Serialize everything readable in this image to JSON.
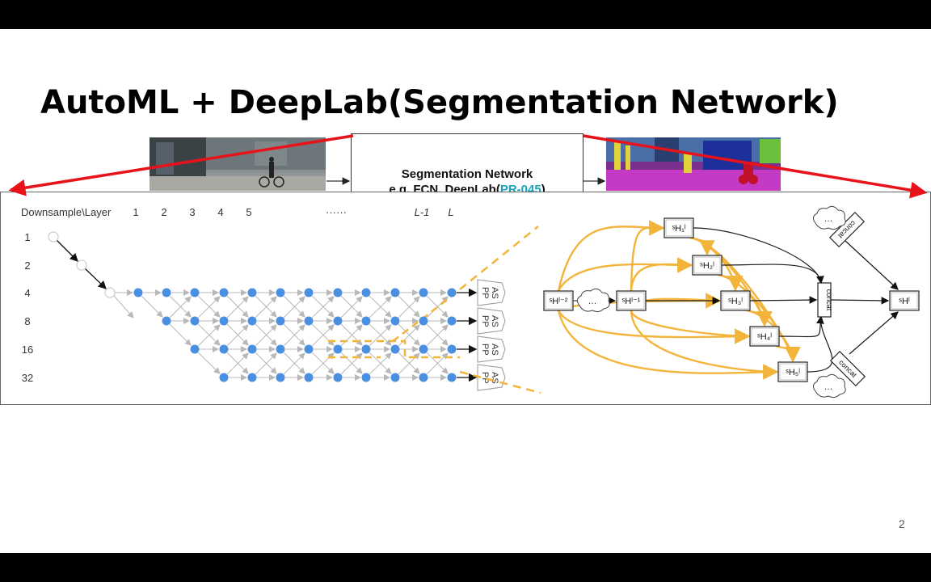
{
  "slide": {
    "title": "AutoML + DeepLab(Segmentation Network)",
    "page_number": "2"
  },
  "top_strip": {
    "box_title": "Segmentation Network",
    "box_subtitle_prefix": "e.g. FCN, DeepLab(",
    "box_subtitle_link": "PR-045",
    "box_subtitle_suffix": ")"
  },
  "network_grid": {
    "corner_label": "Downsample\\Layer",
    "layer_labels": [
      "1",
      "2",
      "3",
      "4",
      "5",
      "······",
      "L-1",
      "L"
    ],
    "downsample_labels": [
      "1",
      "2",
      "4",
      "8",
      "16",
      "32"
    ],
    "aspp_label_line1": "AS",
    "aspp_label_line2": "PP",
    "colors": {
      "node": "#4a8fe0",
      "edge": "#b8b8b8",
      "highlight": "#f2b43a"
    }
  },
  "cell": {
    "input_prev2": "ˢHˡ⁻²",
    "input_prev1": "ˢHˡ⁻¹",
    "ellipsis": "…",
    "blocks": [
      "ˢH₁ˡ",
      "ˢH₂ˡ",
      "ˢH₃ˡ",
      "ˢH₄ˡ",
      "ˢH₅ˡ"
    ],
    "concat_label": "concat",
    "output": "ˢHˡ",
    "colors": {
      "edge": "#f2b43a",
      "arrow": "#1a1a1a"
    }
  }
}
